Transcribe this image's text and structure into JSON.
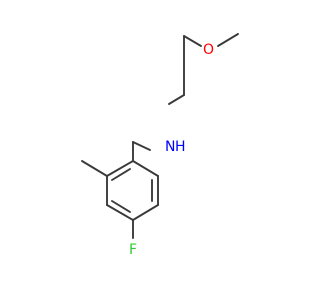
{
  "molecule": {
    "atoms": {
      "oxygen": {
        "symbol": "O",
        "color": "#ff0000"
      },
      "nitrogen": {
        "symbol": "N",
        "color": "#0000ff"
      },
      "hydrogen": {
        "symbol": "H",
        "color": "#0000ff"
      },
      "fluorine": {
        "symbol": "F",
        "color": "#33cc33"
      }
    },
    "bond_color": "#3a3a3a"
  }
}
